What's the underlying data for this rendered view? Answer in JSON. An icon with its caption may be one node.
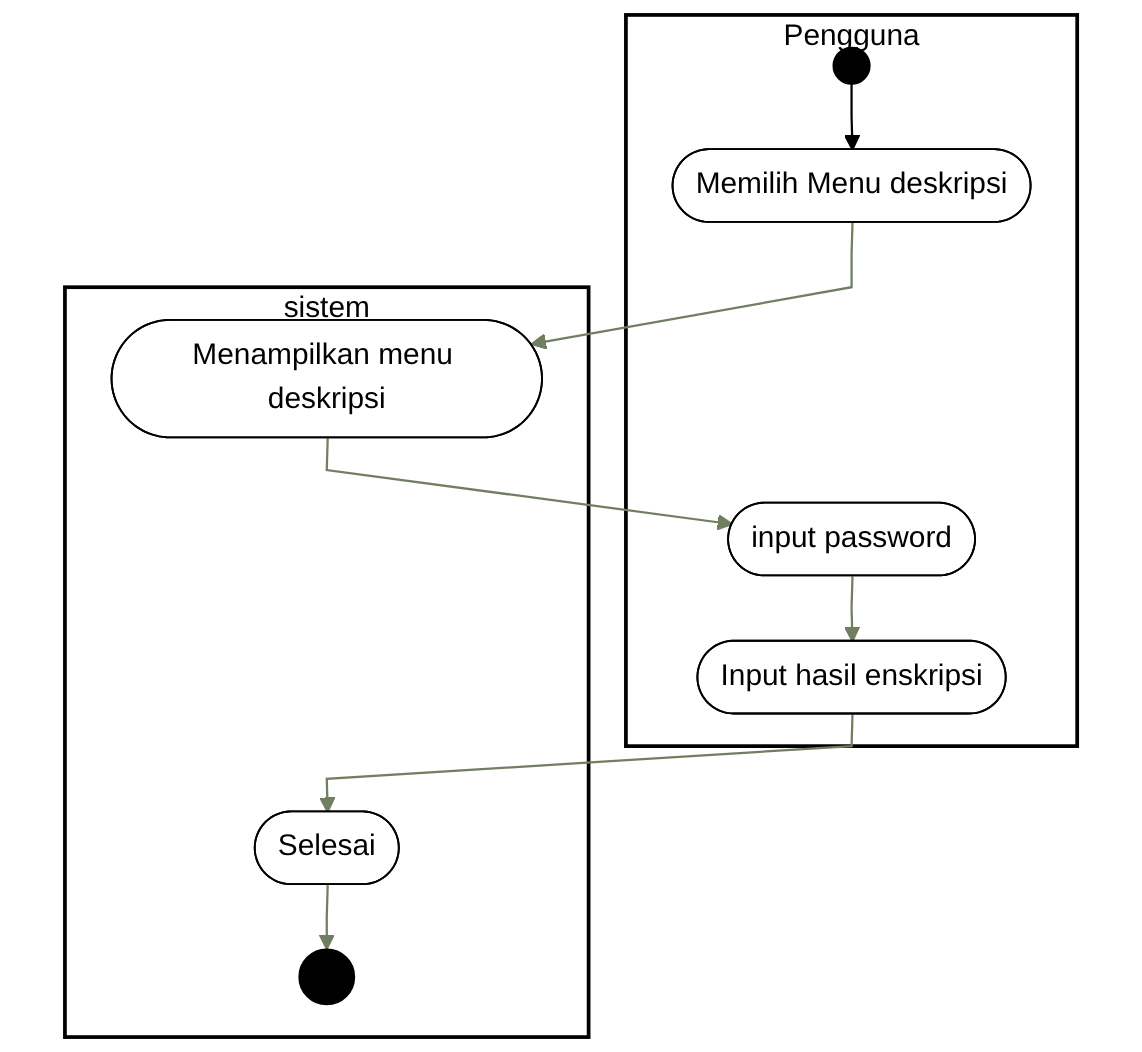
{
  "diagram": {
    "nodes": [
      {
        "text": [
          "Pengguna"
        ]
      },
      {
        "text": [
          "sistem"
        ]
      },
      {
        "text": [],
        "shape": "circle",
        "in": 0
      },
      {
        "text": [
          "Memilih Menu deskripsi"
        ],
        "in": 0
      },
      {
        "text": [
          "Menampilkan menu deskripsi"
        ],
        "in": 1
      },
      {
        "text": [
          "input password"
        ],
        "in": 0
      },
      {
        "text": [
          "Input hasil enskripsi"
        ],
        "in": 0
      },
      {
        "text": [
          "Selesai"
        ],
        "in": 1
      },
      {
        "text": [],
        "shape": "circle",
        "in": 1
      }
    ],
    "edges": [
      {
        "from": 2,
        "to": 3,
        "arrow": "to",
        "color": "#000000"
      },
      {
        "from": 3,
        "to": 4,
        "arrow": "to"
      },
      {
        "from": 4,
        "to": 5,
        "arrow": "to"
      },
      {
        "from": 5,
        "to": 6,
        "arrow": "to"
      },
      {
        "from": 6,
        "to": 7,
        "arrow": "to"
      },
      {
        "from": 7,
        "to": 8,
        "arrow": "to"
      }
    ]
  }
}
